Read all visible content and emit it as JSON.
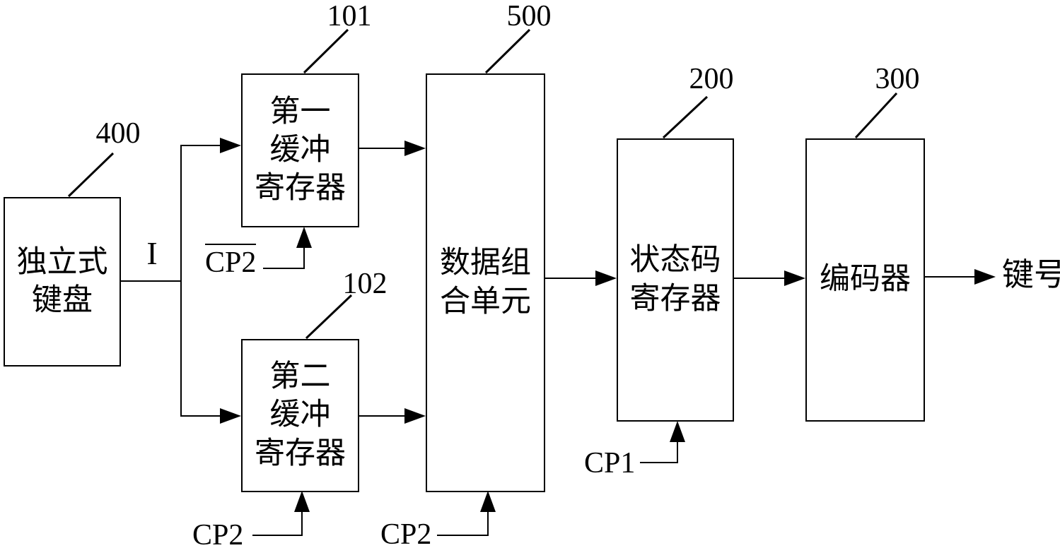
{
  "figure": {
    "background": "#ffffff",
    "line_color": "#000000",
    "boxes": {
      "keyboard": {
        "ref": "400",
        "lines": [
          "独立式",
          "键盘"
        ]
      },
      "buffer1": {
        "ref": "101",
        "lines": [
          "第一",
          "缓冲",
          "寄存器"
        ]
      },
      "buffer2": {
        "ref": "102",
        "lines": [
          "第二",
          "缓冲",
          "寄存器"
        ]
      },
      "combiner": {
        "ref": "500",
        "lines": [
          "数据组",
          "合单元"
        ]
      },
      "status_register": {
        "ref": "200",
        "lines": [
          "状态码",
          "寄存器"
        ]
      },
      "encoder": {
        "ref": "300",
        "lines": [
          "编码器"
        ]
      }
    },
    "signals": {
      "input": "I",
      "cp2_inverted": "CP2",
      "cp2_buffer2": "CP2",
      "cp2_combiner": "CP2",
      "cp1": "CP1",
      "output": "键号"
    }
  }
}
